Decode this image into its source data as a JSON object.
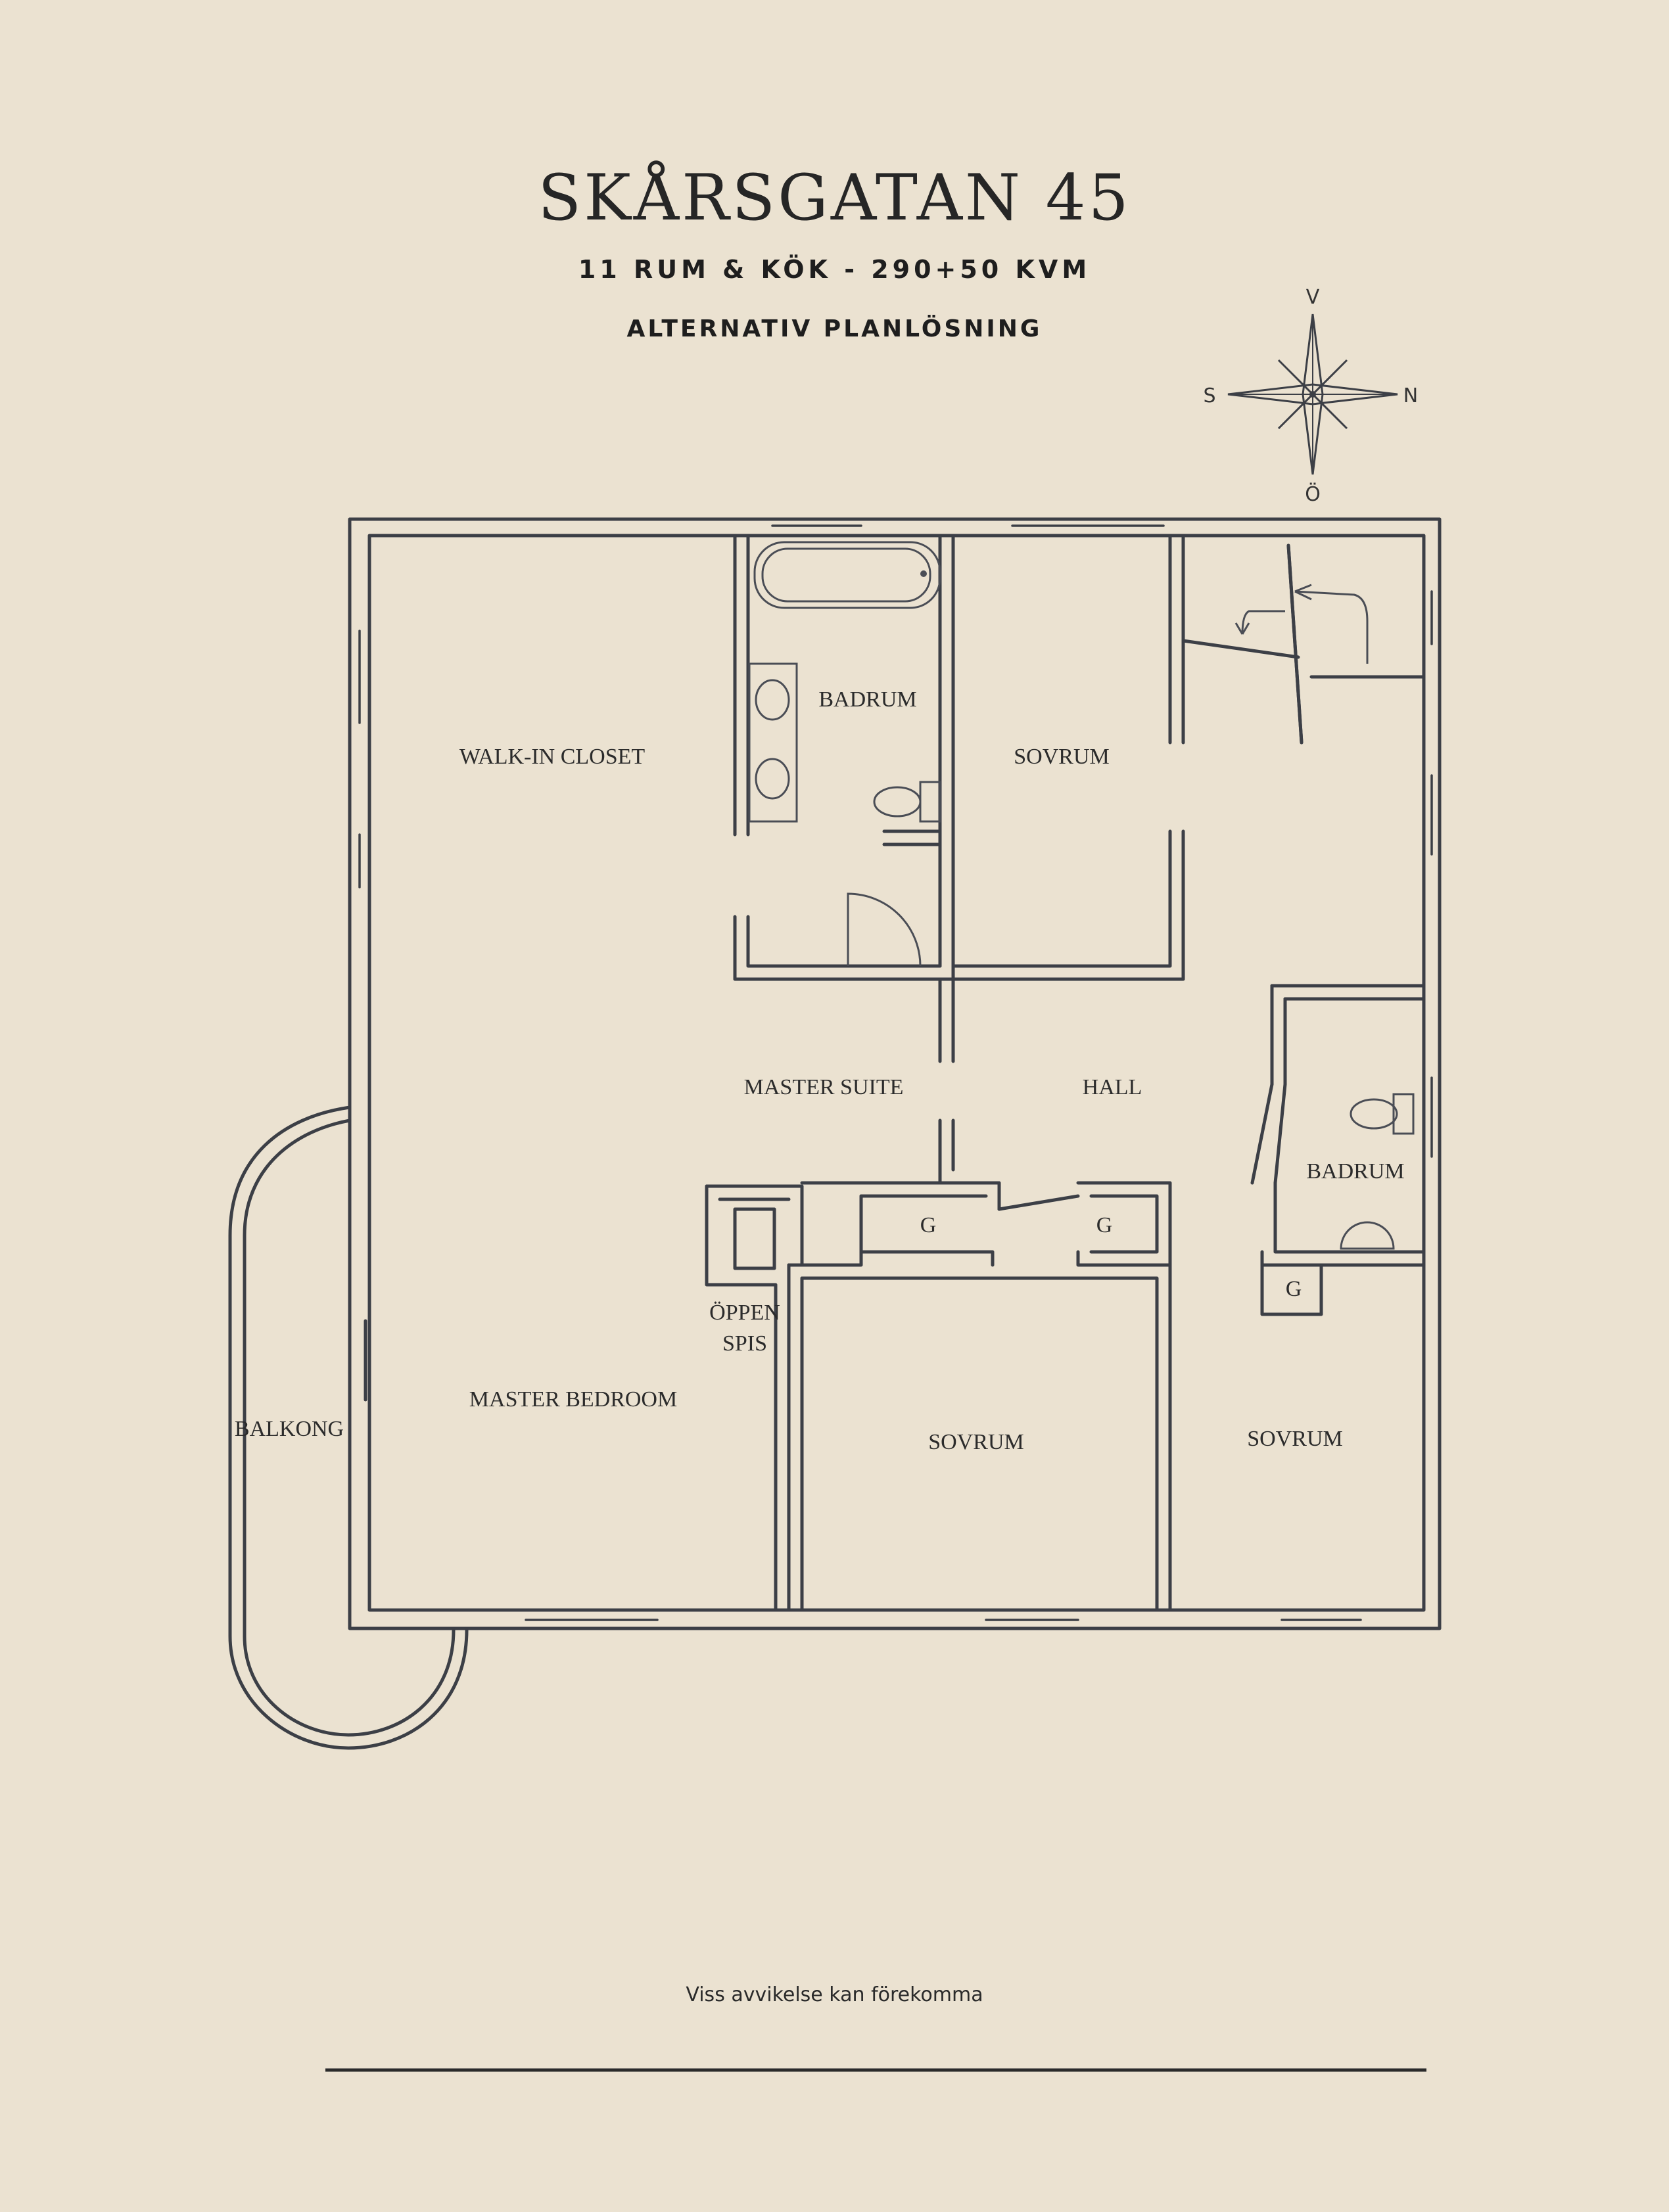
{
  "header": {
    "title": "SKÅRSGATAN 45",
    "subtitle": "11 RUM & KÖK  -  290+50 KVM",
    "alt_label": "ALTERNATIV PLANLÖSNING"
  },
  "compass": {
    "north": "N",
    "south": "S",
    "west": "V",
    "east": "Ö"
  },
  "rooms": {
    "walk_in_closet": "WALK-IN CLOSET",
    "badrum_1": "BADRUM",
    "sovrum_1": "SOVRUM",
    "master_suite": "MASTER SUITE",
    "hall": "HALL",
    "badrum_2": "BADRUM",
    "g1": "G",
    "g2": "G",
    "g3": "G",
    "oppen": "ÖPPEN",
    "spis": "SPIS",
    "master_bedroom": "MASTER BEDROOM",
    "balkong": "BALKONG",
    "sovrum_2": "SOVRUM",
    "sovrum_3": "SOVRUM"
  },
  "footer": {
    "disclaimer": "Viss avvikelse kan förekomma"
  }
}
